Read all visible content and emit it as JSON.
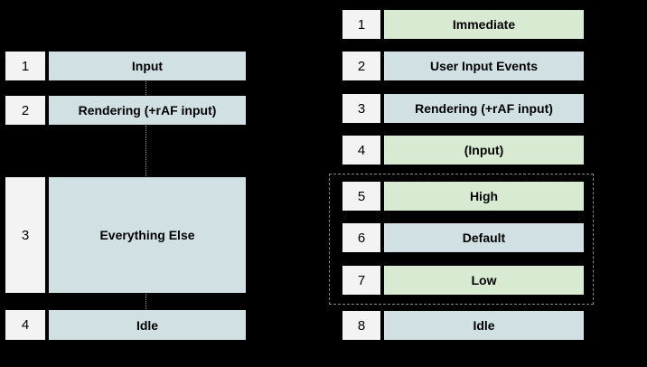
{
  "background_color": "#000000",
  "palette": {
    "row_number_bg": "#f3f3f3",
    "blue_cell": "#d0e0e3",
    "green_cell": "#d9ead3",
    "cell_border": "#000000",
    "text_color": "#000000",
    "group_outline": "#888888",
    "connector_line": "#999999"
  },
  "left": {
    "rows": [
      {
        "num": "1",
        "label": "Input",
        "color": "blue"
      },
      {
        "num": "2",
        "label": "Rendering (+rAF input)",
        "color": "blue"
      },
      {
        "num": "3",
        "label": "Everything Else",
        "color": "blue"
      },
      {
        "num": "4",
        "label": "Idle",
        "color": "blue"
      }
    ]
  },
  "right": {
    "rows": [
      {
        "num": "1",
        "label": "Immediate",
        "color": "green",
        "in_dashed_group": false
      },
      {
        "num": "2",
        "label": "User Input Events",
        "color": "blue",
        "in_dashed_group": false
      },
      {
        "num": "3",
        "label": "Rendering (+rAF input)",
        "color": "blue",
        "in_dashed_group": false
      },
      {
        "num": "4",
        "label": "(Input)",
        "color": "green",
        "in_dashed_group": false
      },
      {
        "num": "5",
        "label": "High",
        "color": "green",
        "in_dashed_group": true
      },
      {
        "num": "6",
        "label": "Default",
        "color": "blue",
        "in_dashed_group": true
      },
      {
        "num": "7",
        "label": "Low",
        "color": "green",
        "in_dashed_group": true
      },
      {
        "num": "8",
        "label": "Idle",
        "color": "blue",
        "in_dashed_group": false
      }
    ]
  }
}
